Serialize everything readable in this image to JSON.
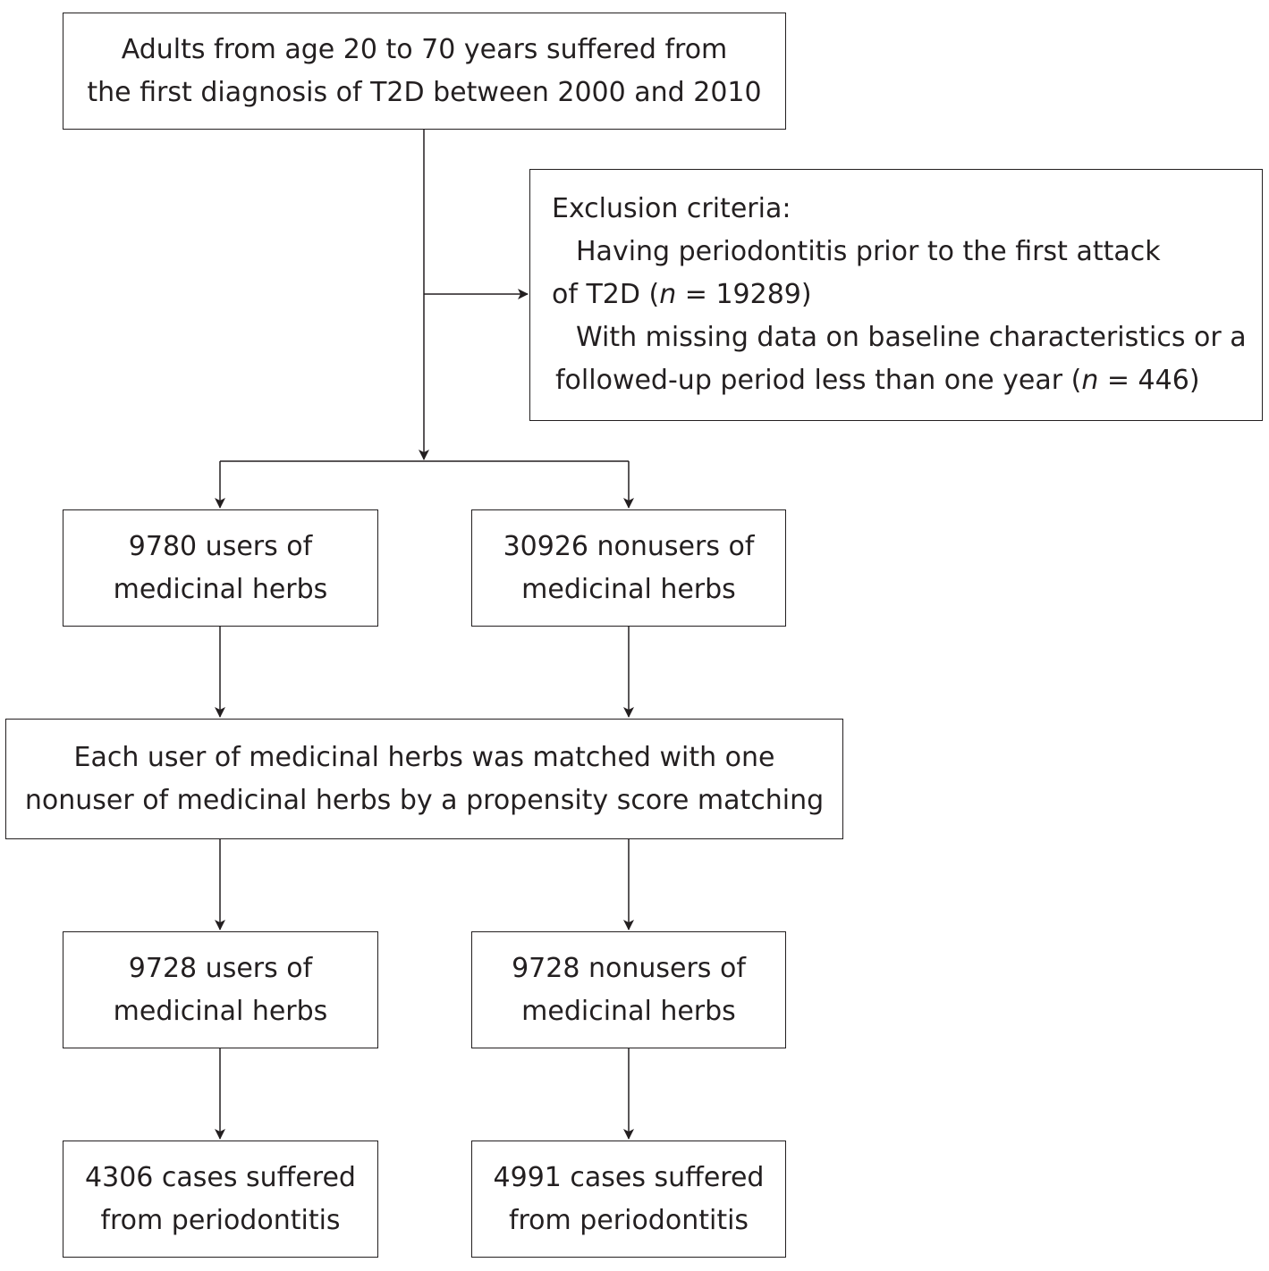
{
  "boxes": {
    "top": {
      "line1": "Adults from age 20 to 70 years suffered from",
      "line2": "the first diagnosis of T2D between 2000 and 2010"
    },
    "exclusion": {
      "title": "Exclusion criteria:",
      "item1_line1": "Having periodontitis prior to the first attack",
      "item1_line2_prefix": "of T2D (",
      "item1_n_symbol": "n",
      "item1_line2_value": " = 19289)",
      "item2_line1": "With missing data on baseline characteristics or a",
      "item2_line2_prefix": "followed-up period less than one year (",
      "item2_n_symbol": "n",
      "item2_line2_value": " = 446)"
    },
    "users": {
      "line1": "9780 users of",
      "line2": "medicinal herbs"
    },
    "nonusers": {
      "line1": "30926 nonusers of",
      "line2": "medicinal herbs"
    },
    "matching": {
      "line1": "Each user of medicinal herbs was matched with one",
      "line2": "nonuser of medicinal herbs by a propensity score matching"
    },
    "matched_users": {
      "line1": "9728 users of",
      "line2": "medicinal herbs"
    },
    "matched_nonusers": {
      "line1": "9728 nonusers of",
      "line2": "medicinal herbs"
    },
    "cases_users": {
      "line1": "4306 cases suffered",
      "line2": "from periodontitis"
    },
    "cases_nonusers": {
      "line1": "4991 cases suffered",
      "line2": "from periodontitis"
    }
  },
  "colors": {
    "stroke": "#231f20",
    "background": "#ffffff"
  }
}
